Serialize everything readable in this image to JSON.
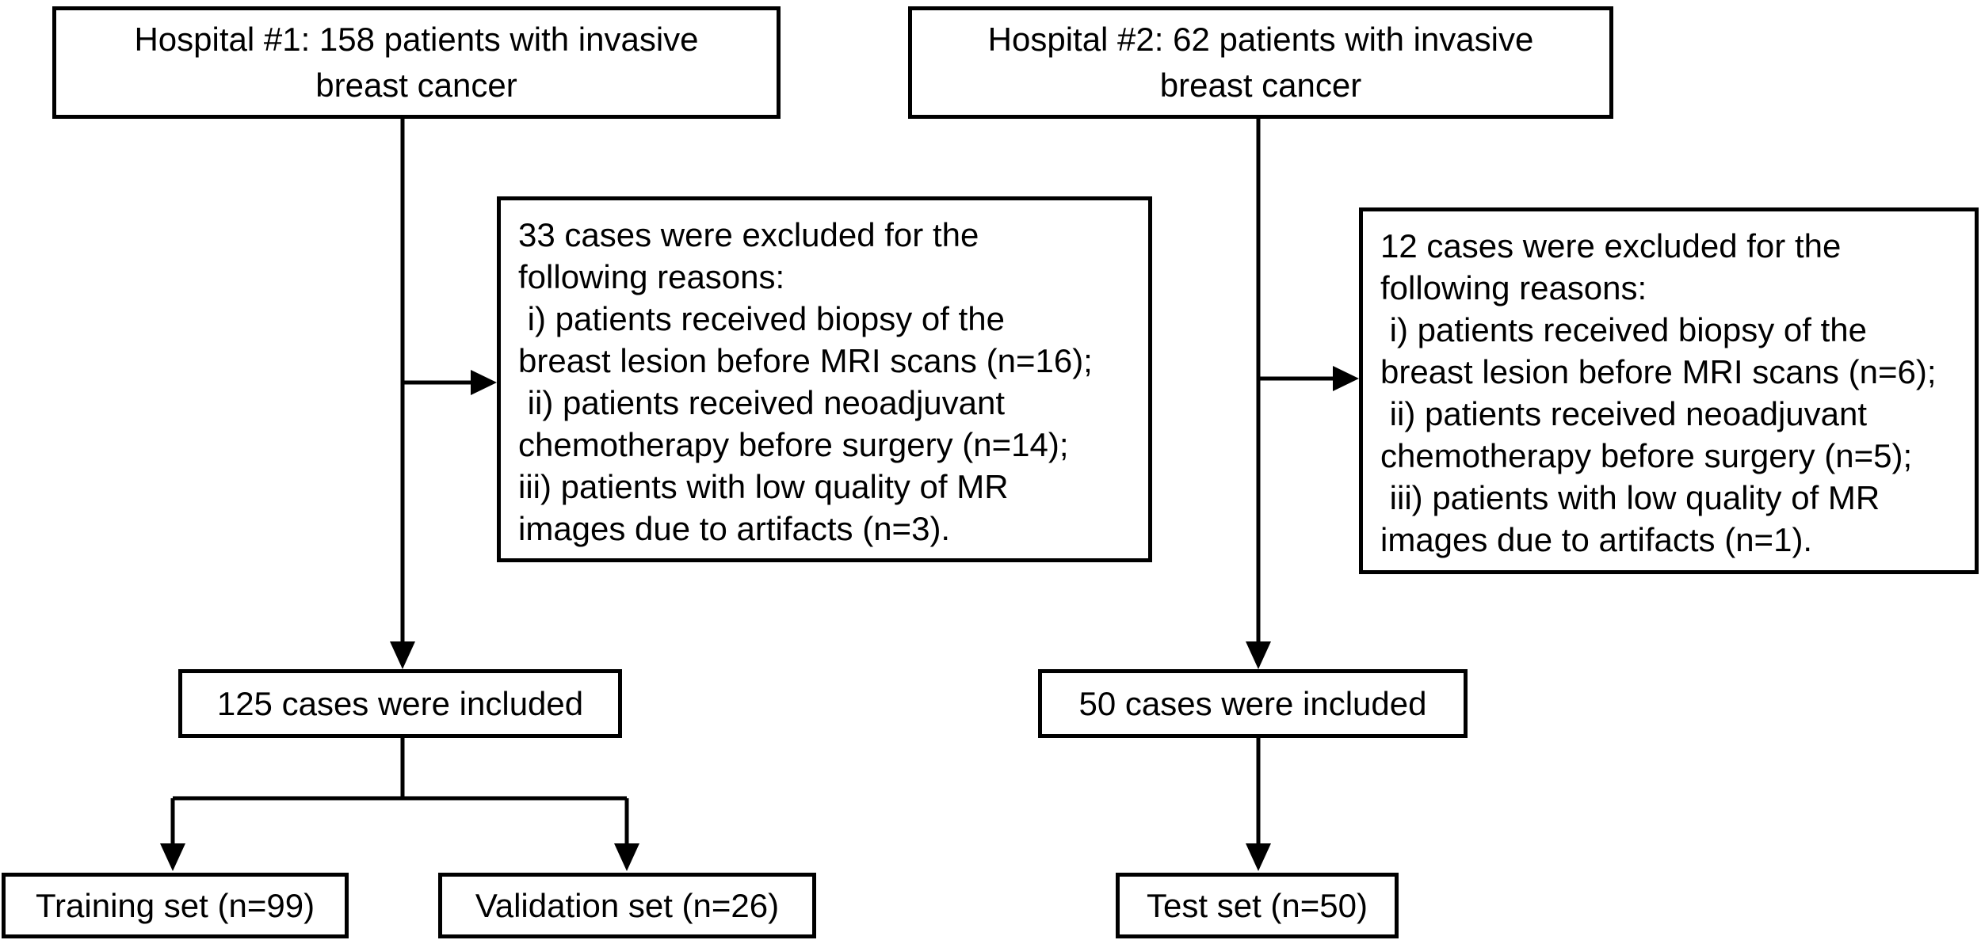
{
  "flowchart": {
    "colors": {
      "line": "#000000",
      "box_border": "#000000",
      "text": "#000000",
      "background": "#ffffff"
    },
    "hospital1": {
      "lines": [
        "Hospital #1: 158 patients with invasive",
        "breast cancer"
      ]
    },
    "hospital2": {
      "lines": [
        "Hospital #2: 62 patients with invasive",
        "breast cancer"
      ]
    },
    "exclusion1": {
      "lines": [
        "33 cases were excluded for the",
        "following reasons:",
        " i) patients received biopsy of the",
        "breast lesion before MRI scans (n=16);",
        " ii) patients received neoadjuvant",
        "chemotherapy before surgery (n=14);",
        "iii) patients with low quality of MR",
        "images due to artifacts (n=3)."
      ]
    },
    "exclusion2": {
      "lines": [
        "12 cases were excluded for the",
        "following reasons:",
        " i) patients received biopsy of the",
        "breast lesion before MRI scans (n=6);",
        " ii) patients received neoadjuvant",
        "chemotherapy before surgery (n=5);",
        " iii) patients with low quality of MR",
        "images due to artifacts (n=1)."
      ]
    },
    "included1": {
      "label": "125 cases were included"
    },
    "included2": {
      "label": "50 cases were included"
    },
    "training": {
      "label": "Training set (n=99)"
    },
    "validation": {
      "label": "Validation set (n=26)"
    },
    "test": {
      "label": "Test set (n=50)"
    }
  }
}
